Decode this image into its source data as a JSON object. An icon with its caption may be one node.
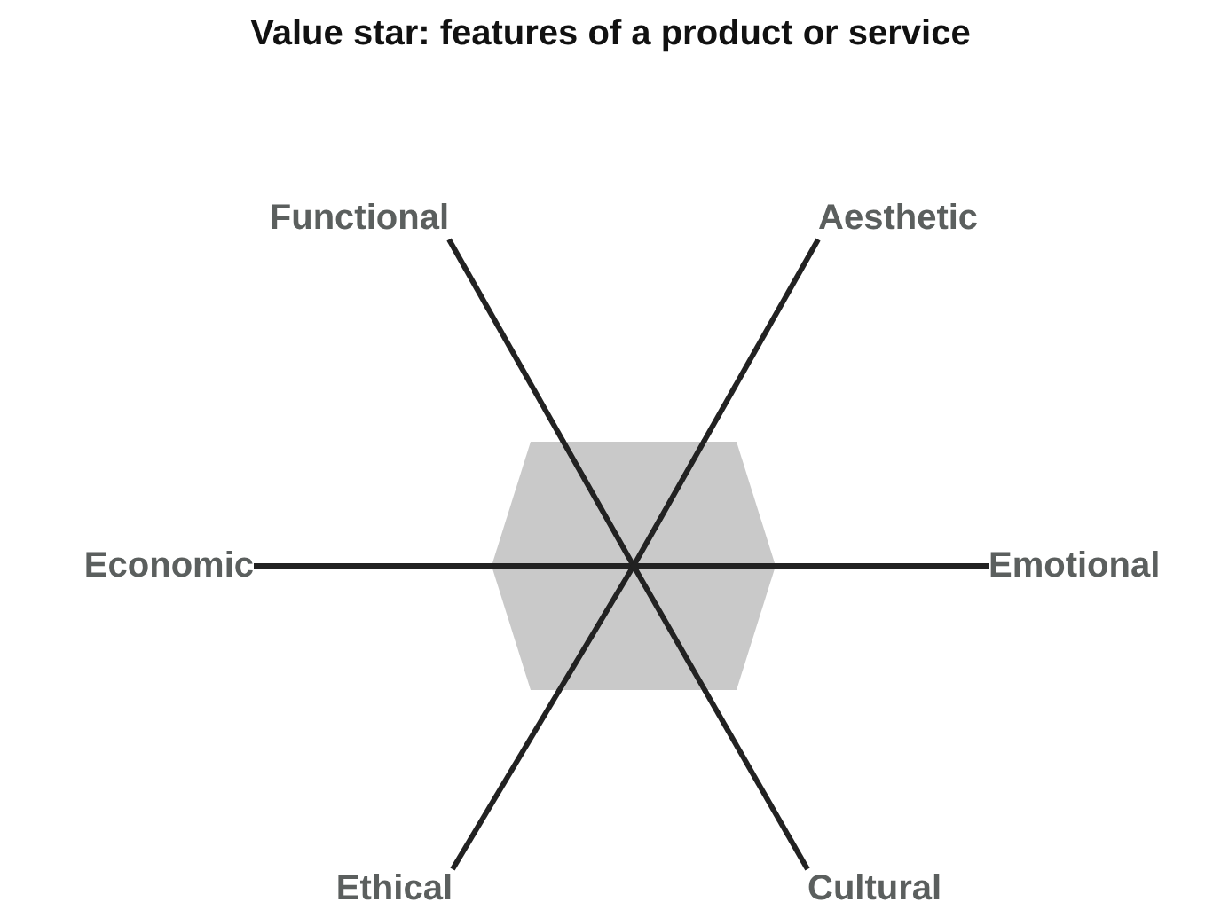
{
  "diagram": {
    "title": "Value star: features of a product or service",
    "nodes": [
      {
        "text": [
          "Functional"
        ]
      },
      {
        "text": [
          "Aesthetic"
        ]
      },
      {
        "text": [
          "Economic"
        ]
      },
      {
        "text": [],
        "shape": "hexagon"
      },
      {
        "text": [
          "Emotional"
        ]
      },
      {
        "text": [
          "Ethical"
        ]
      },
      {
        "text": [
          "Cultural"
        ]
      }
    ],
    "edges": [
      {
        "from": 0,
        "to": 3,
        "arrow": "none"
      },
      {
        "from": 1,
        "to": 3,
        "arrow": "none"
      },
      {
        "from": 2,
        "to": 3,
        "arrow": "none"
      },
      {
        "from": 4,
        "to": 3,
        "arrow": "none"
      },
      {
        "from": 5,
        "to": 3,
        "arrow": "none"
      },
      {
        "from": 6,
        "to": 3,
        "arrow": "none"
      }
    ]
  }
}
